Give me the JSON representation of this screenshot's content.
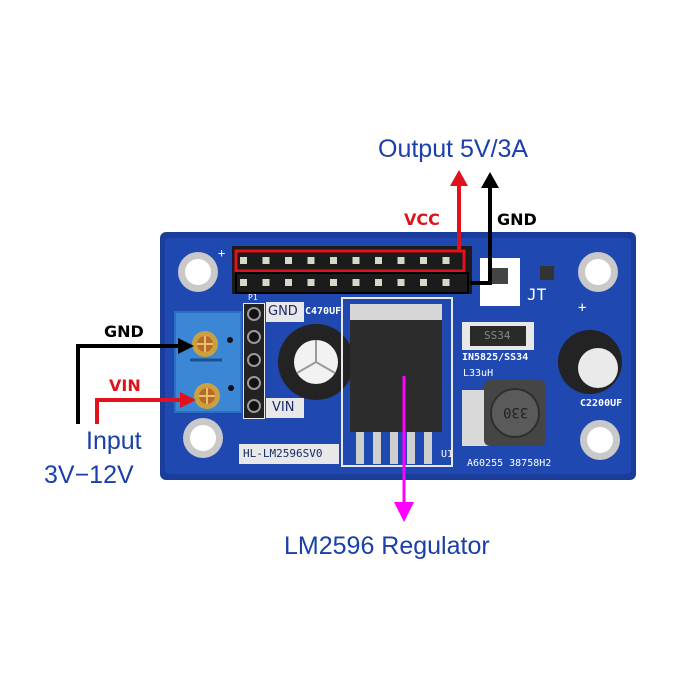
{
  "diagram": {
    "title_output": "Output 5V/3A",
    "label_vcc": "VCC",
    "label_gnd_out": "GND",
    "label_gnd_in": "GND",
    "label_vin": "VIN",
    "input_line1": "Input",
    "input_line2": "3V−12V",
    "regulator_label": "LM2596 Regulator",
    "colors": {
      "title_text": "#1a3fa8",
      "vcc": "#e0121b",
      "gnd": "#000000",
      "regulator_arrow": "#ff00ff",
      "pcb": "#1a3d9c"
    }
  },
  "board": {
    "model": "HL-LM2596SV0",
    "header_left_gnd": "GND",
    "header_left_vin": "VIN",
    "header_left_ref": "P1",
    "cap_small": "C470UF",
    "cap_large": "C2200UF",
    "diode": "IN5825/SS34",
    "diode_marking": "SS34",
    "inductor_ref": "L33uH",
    "inductor_marking": "330",
    "jumper": "JT",
    "ic_ref": "U1",
    "batch": "A60255  38758H2",
    "plus_sign": "+"
  }
}
